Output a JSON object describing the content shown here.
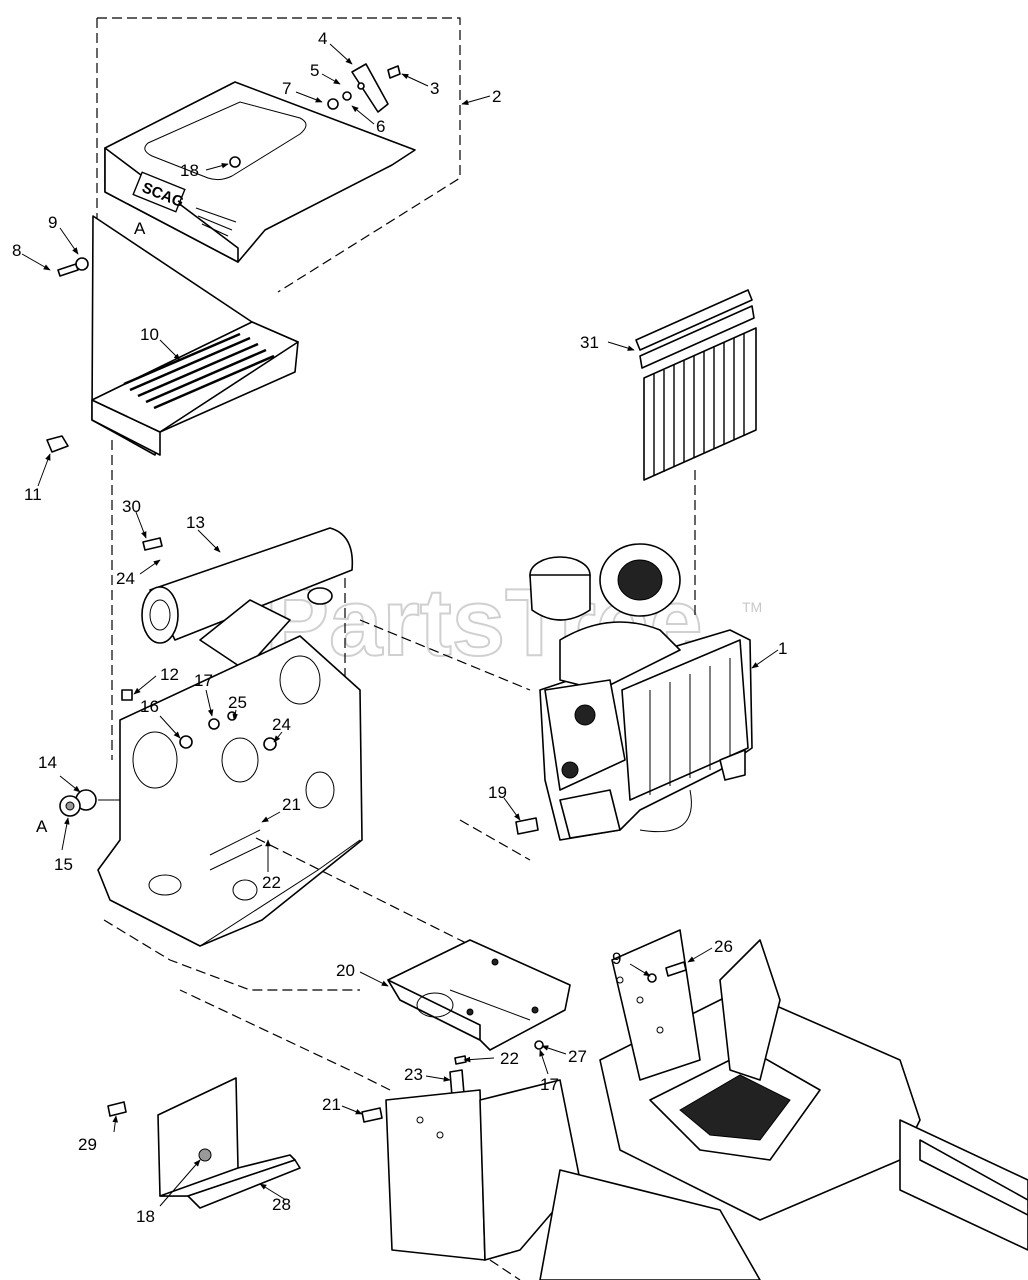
{
  "watermark": {
    "text": "PartsTree",
    "trademark": "TM"
  },
  "reference_letter": "A",
  "callouts": [
    "1",
    "2",
    "3",
    "4",
    "5",
    "6",
    "7",
    "8",
    "9",
    "10",
    "11",
    "12",
    "13",
    "14",
    "15",
    "16",
    "17",
    "18",
    "19",
    "20",
    "21",
    "22",
    "23",
    "24",
    "25",
    "26",
    "27",
    "28",
    "29",
    "30",
    "31"
  ],
  "logo_text": "SCAG"
}
